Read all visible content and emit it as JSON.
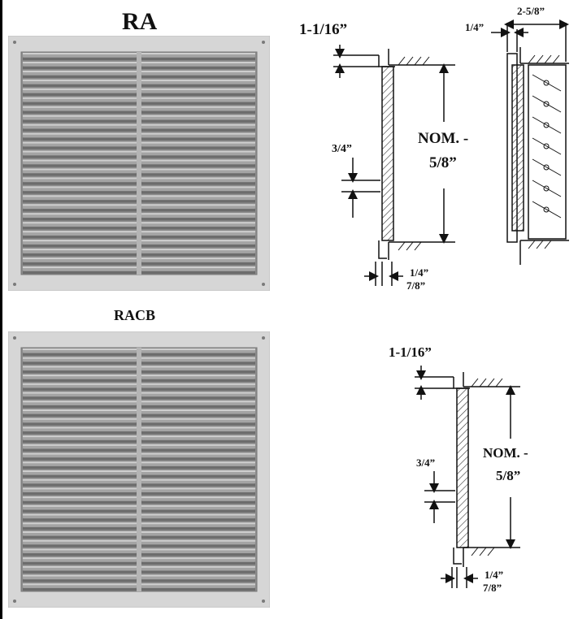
{
  "products": [
    {
      "model": "RA",
      "dimensions": {
        "top_flange": "1-1/16”",
        "gap": "3/4”",
        "nominal_line1": "NOM. -",
        "nominal_line2": "5/8”",
        "bottom_small": "1/4”",
        "bottom_large": "7/8”"
      },
      "side_view": {
        "width": "2-5/8”",
        "offset": "1/4”"
      }
    },
    {
      "model": "RACB",
      "dimensions": {
        "top_flange": "1-1/16”",
        "gap": "3/4”",
        "nominal_line1": "NOM. -",
        "nominal_line2": "5/8”",
        "bottom_small": "1/4”",
        "bottom_large": "7/8”"
      }
    }
  ],
  "colors": {
    "frame": "#d6d6d6",
    "louver": "#a4a4a4",
    "line": "#111111"
  }
}
